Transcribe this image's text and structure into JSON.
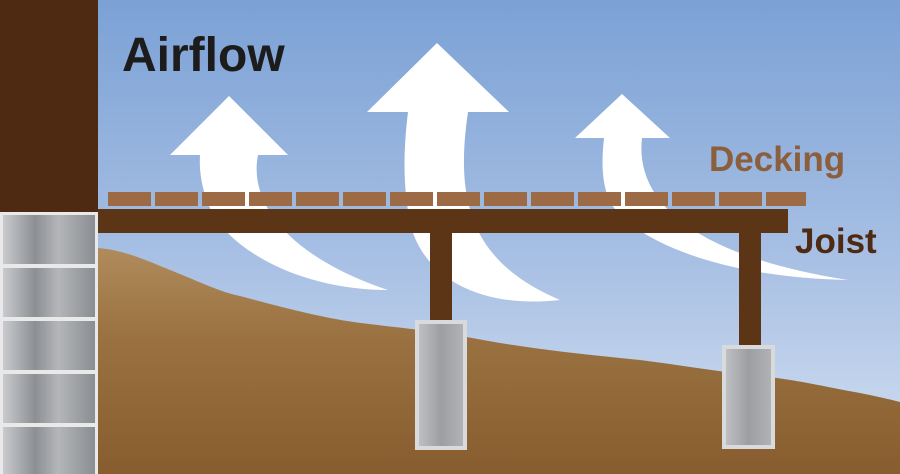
{
  "title": "Airflow",
  "labels": {
    "decking": "Decking",
    "joist": "Joist"
  },
  "icons": [
    "airflow-arrow-icon"
  ],
  "colors": {
    "sky_top": "#7fa4d6",
    "sky_bottom": "#c8d8ef",
    "ground_light": "#b08b5c",
    "ground_dark": "#8f6535",
    "house_wall": "#4e2a12",
    "joist": "#5c3416",
    "decking_board": "#9c6a45",
    "decking_label": "#8b5e3c",
    "joist_label": "#4e2a12",
    "airflow_arrow": "#ffffff",
    "concrete": "#a7a9ac"
  }
}
